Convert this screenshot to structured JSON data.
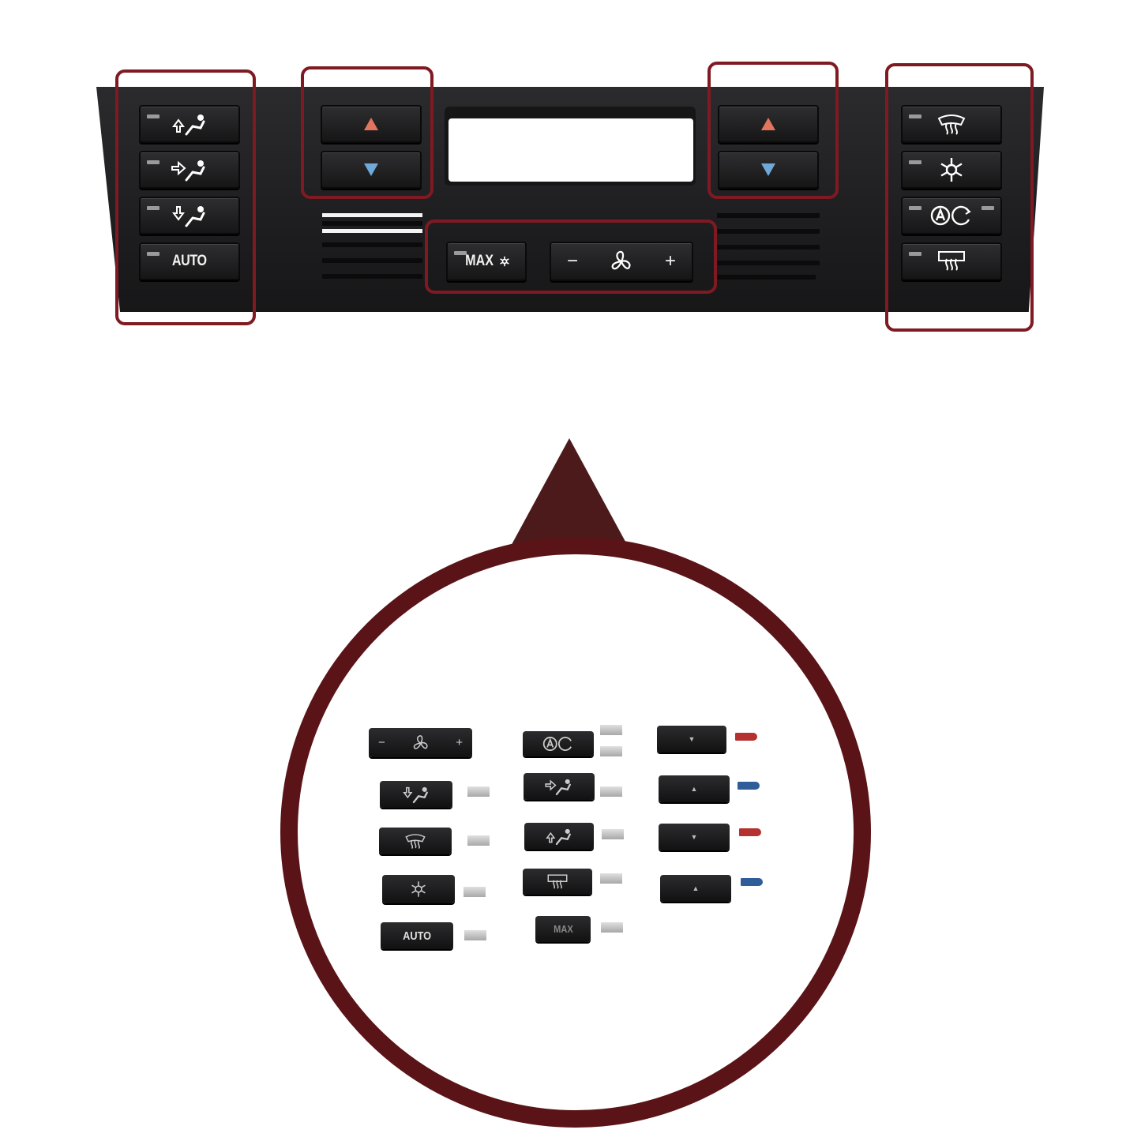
{
  "panel": {
    "auto_label": "AUTO",
    "max_label": "MAX",
    "minus": "−",
    "plus": "+",
    "icons": [
      "airflow-up-icon",
      "airflow-center-icon",
      "airflow-down-icon",
      "windshield-defrost-icon",
      "ac-snowflake-icon",
      "auto-recirculation-icon",
      "rear-defrost-icon",
      "fan-icon"
    ]
  },
  "parts": {
    "auto_label": "AUTO",
    "max_label": "MAX",
    "minus": "−",
    "plus": "+"
  },
  "colors": {
    "highlight": "#7f1a22",
    "temp_up": "#e2755e",
    "temp_down": "#6fa9da",
    "lens_red": "#b5312f",
    "lens_blue": "#2f5d9a"
  }
}
